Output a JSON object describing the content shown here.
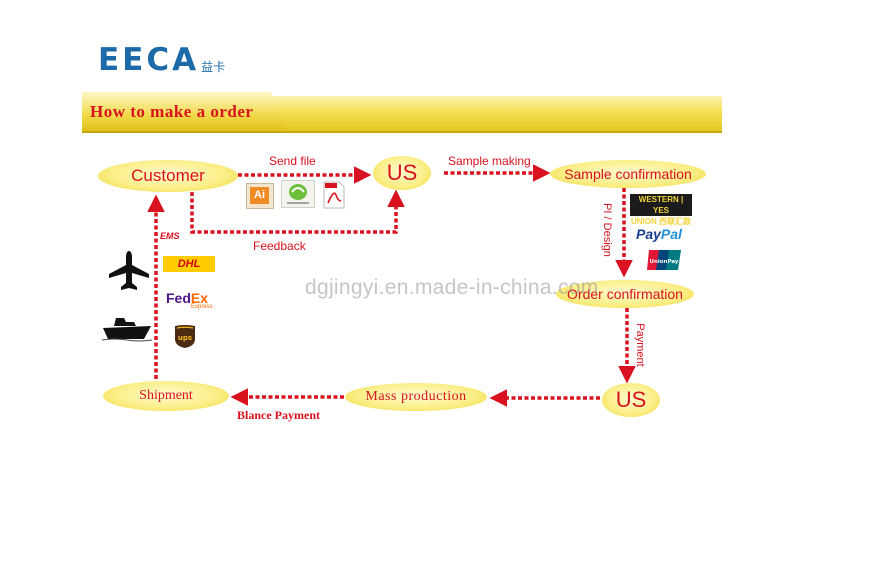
{
  "logo": {
    "main": "EECA",
    "sub": "益卡"
  },
  "banner": {
    "title": "How to make a order"
  },
  "nodes": {
    "customer": "Customer",
    "us1": "US",
    "sample_confirmation": "Sample confirmation",
    "order_confirmation": "Order confirmation",
    "us2": "US",
    "mass_production": "Mass production",
    "shipment": "Shipment"
  },
  "labels": {
    "send_file": "Send file",
    "sample_making": "Sample making",
    "feedback": "Feedback",
    "pi_design": "PI / Design",
    "payment": "Payment",
    "balance_payment": "Blance Payment"
  },
  "watermark": "dgjingyi.en.made-in-china.com",
  "file_icons": {
    "ai": "Ai"
  },
  "payment_icons": {
    "western_union_line1": "WESTERN | YES",
    "western_union_line2": "UNION 西联汇款",
    "paypal_a": "Pay",
    "paypal_b": "Pal",
    "unionpay": "UnionPay"
  },
  "courier_icons": {
    "ems": "EMS",
    "dhl": "DHL",
    "fedex_a": "Fed",
    "fedex_b": "Ex",
    "fedex_sub": "Express",
    "ups": "ups"
  },
  "colors": {
    "brand_blue": "#1c6aa8",
    "accent_red": "#d8121e",
    "node_yellow": "#fbef8a",
    "banner_gold": "#f4df56"
  }
}
